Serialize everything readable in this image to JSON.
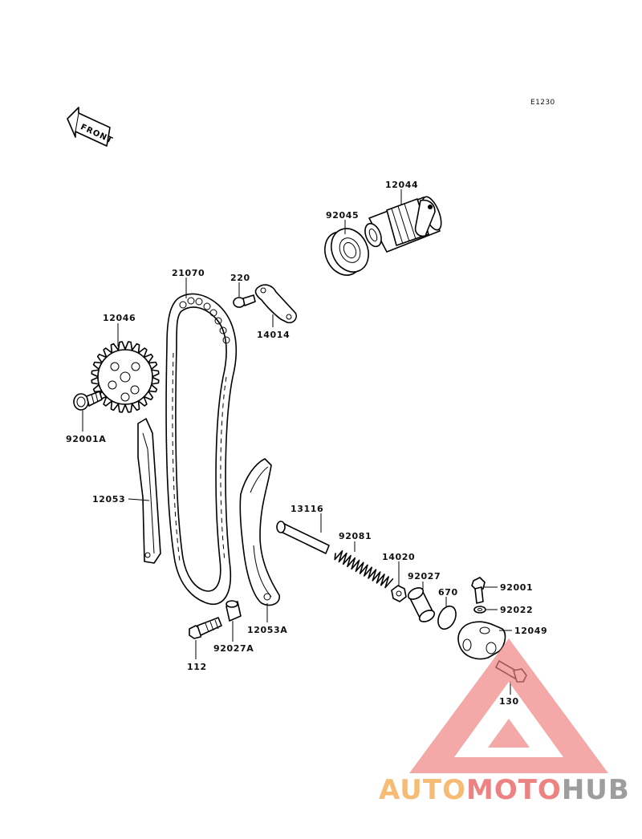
{
  "diagram": {
    "code": "E1230",
    "front_label": "FRONT",
    "parts": [
      {
        "id": "camshaft",
        "label": "12044"
      },
      {
        "id": "cam-bearing",
        "label": "92045"
      },
      {
        "id": "cam-chain",
        "label": "21070"
      },
      {
        "id": "bolt-220",
        "label": "220"
      },
      {
        "id": "chain-guide-cover",
        "label": "14014"
      },
      {
        "id": "cam-sprocket",
        "label": "12046"
      },
      {
        "id": "sprocket-bolt",
        "label": "92001A"
      },
      {
        "id": "chain-guide",
        "label": "12053"
      },
      {
        "id": "tensioner-guide",
        "label": "12053A"
      },
      {
        "id": "push-rod",
        "label": "13116"
      },
      {
        "id": "spring",
        "label": "92081"
      },
      {
        "id": "nut-14020",
        "label": "14020"
      },
      {
        "id": "collar-92027",
        "label": "92027"
      },
      {
        "id": "o-ring",
        "label": "670"
      },
      {
        "id": "bolt-92001",
        "label": "92001"
      },
      {
        "id": "washer-92022",
        "label": "92022"
      },
      {
        "id": "tensioner-body",
        "label": "12049"
      },
      {
        "id": "bolt-130",
        "label": "130"
      },
      {
        "id": "bolt-112",
        "label": "112"
      },
      {
        "id": "collar-92027a",
        "label": "92027A"
      }
    ]
  },
  "watermark": {
    "part1": "AUTO",
    "part2": "MOTO",
    "part3": "HUB",
    "colors": {
      "part1": "#f5b15c",
      "part2": "#e96d6d",
      "part3": "#8c8c8c",
      "triangle": "#ef7f7f"
    }
  }
}
